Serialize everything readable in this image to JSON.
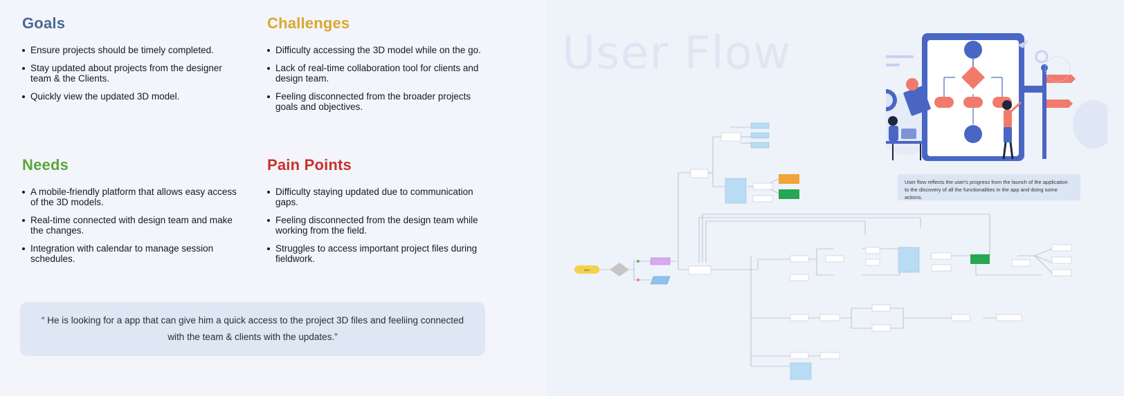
{
  "goals": {
    "title": "Goals",
    "items": [
      "Ensure projects should be timely completed.",
      "Stay updated about projects from the designer team & the Clients.",
      "Quickly view the updated 3D model."
    ]
  },
  "challenges": {
    "title": "Challenges",
    "items": [
      "Difficulty accessing the 3D model while on the go.",
      "Lack of real-time collaboration tool for clients and design team.",
      "Feeling disconnected from the broader projects goals and objectives."
    ]
  },
  "needs": {
    "title": "Needs",
    "items": [
      "A mobile-friendly platform that allows easy access of the 3D models.",
      "Real-time connected with design team and make the changes.",
      "Integration with calendar to manage session schedules."
    ]
  },
  "pain_points": {
    "title": "Pain Points",
    "items": [
      "Difficulty staying updated due to communication gaps.",
      "Feeling disconnected from the design team while working from the field.",
      "Struggles to access important project files during fieldwork."
    ]
  },
  "quote": "“ He is looking for a app that can give him a quick access to the project 3D files and feeliing connected with the team & clients with the updates.”",
  "user_flow": {
    "title": "User Flow",
    "caption": "User flow reflects the user's progress from the launch of the application to the discovery of all the functionalities in the app and doing some actions."
  },
  "colors": {
    "goals": "#4a6796",
    "challenges": "#d9a82e",
    "needs": "#5aa63c",
    "pain_points": "#c9302c",
    "illustration_blue": "#4a66c4",
    "illustration_coral": "#f07b6a"
  }
}
